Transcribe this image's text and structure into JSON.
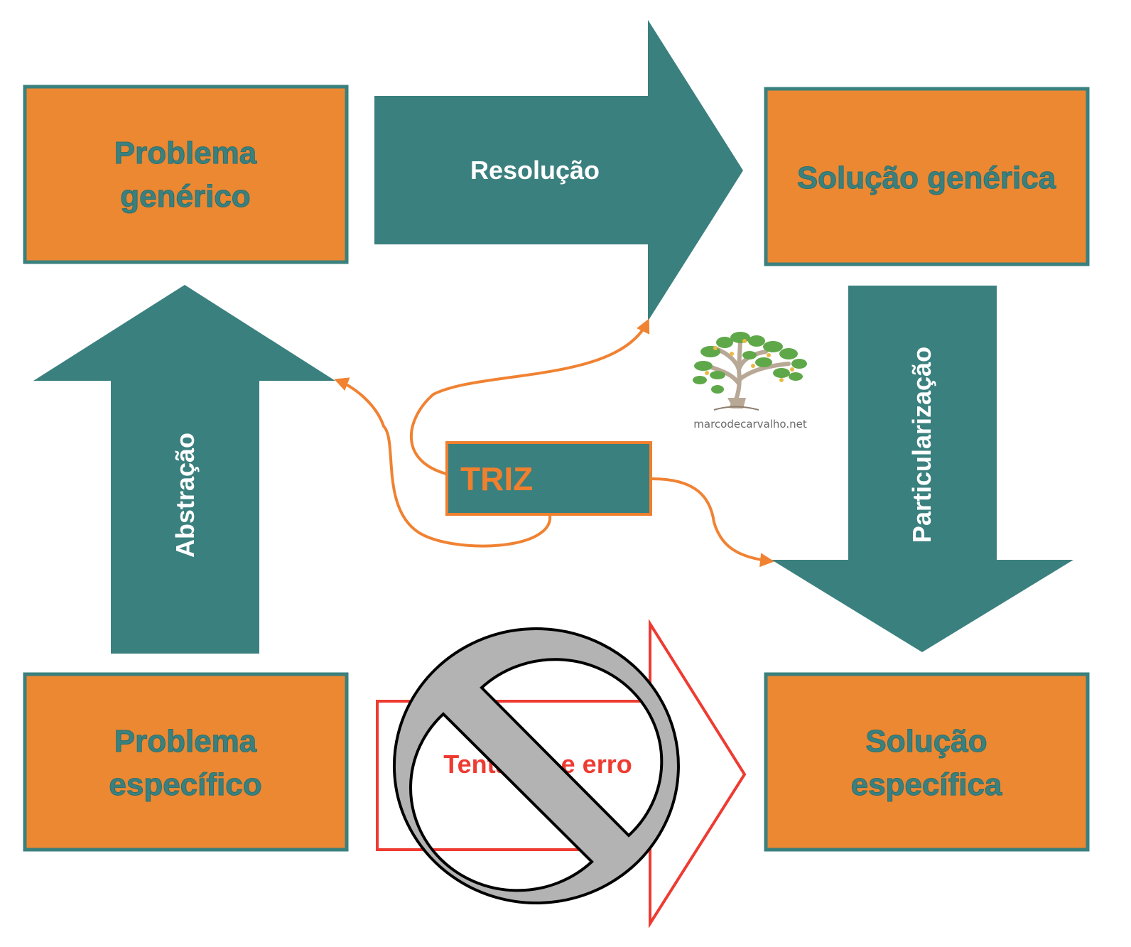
{
  "colors": {
    "box_fill": "#ec8832",
    "box_border": "#3a807e",
    "box_text": "#3a807e",
    "arrow_fill": "#3a807e",
    "arrow_text": "#ffffff",
    "triz_fill": "#3a807e",
    "triz_border": "#f07f2e",
    "triz_text": "#f07f2e",
    "connector": "#f08232",
    "trial_outline": "#ee3b32",
    "prohibit_fill": "#b3b3b3",
    "prohibit_stroke": "#000000"
  },
  "boxes": {
    "problema_generico": {
      "line1": "Problema",
      "line2": "genérico"
    },
    "solucao_generica": {
      "line1": "Solução genérica"
    },
    "problema_especifico": {
      "line1": "Problema",
      "line2": "específico"
    },
    "solucao_especifica": {
      "line1": "Solução",
      "line2": "específica"
    }
  },
  "arrows": {
    "resolucao": "Resolução",
    "abstracao": "Abstração",
    "particularizacao": "Particularização",
    "tentativa_erro": "Tentativa e erro"
  },
  "center": {
    "triz": "TRIZ"
  },
  "logo": {
    "text": "marcodecarvalho.net",
    "icon": "oak-tree-icon"
  },
  "prohibition": {
    "icon": "prohibited-icon"
  }
}
